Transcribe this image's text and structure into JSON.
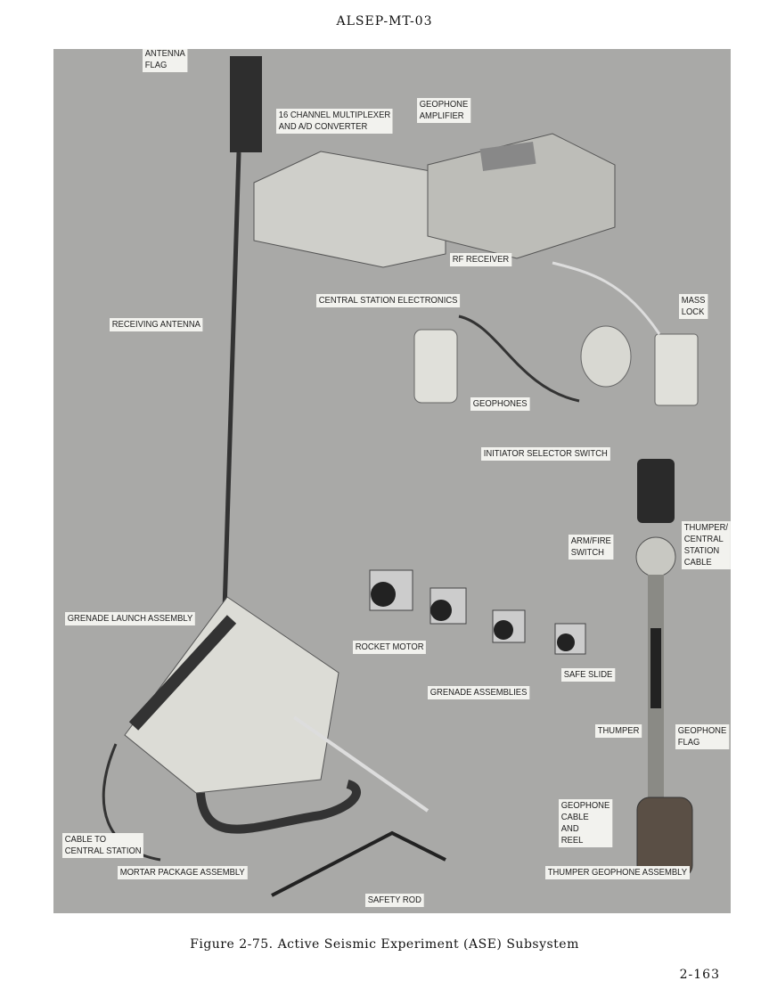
{
  "header": {
    "doc_id": "ALSEP-MT-03"
  },
  "figure": {
    "labels": {
      "antenna_flag": "ANTENNA\nFLAG",
      "multiplexer": "16 CHANNEL MULTIPLEXER\nAND A/D CONVERTER",
      "geophone_amplifier": "GEOPHONE\nAMPLIFIER",
      "rf_receiver": "RF RECEIVER",
      "central_station_electronics": "CENTRAL STATION ELECTRONICS",
      "receiving_antenna": "RECEIVING ANTENNA",
      "mass_lock": "MASS\nLOCK",
      "geophones": "GEOPHONES",
      "initiator_selector_switch": "INITIATOR SELECTOR SWITCH",
      "thumper_cable": "THUMPER/\nCENTRAL\nSTATION\nCABLE",
      "arm_fire_switch": "ARM/FIRE\nSWITCH",
      "grenade_launch_assembly": "GRENADE LAUNCH ASSEMBLY",
      "rocket_motor": "ROCKET MOTOR",
      "safe_slide": "SAFE SLIDE",
      "grenade_assemblies": "GRENADE ASSEMBLIES",
      "thumper": "THUMPER",
      "geophone_flag": "GEOPHONE\nFLAG",
      "geophone_cable_reel": "GEOPHONE\nCABLE\nAND\nREEL",
      "cable_to_central_station": "CABLE TO\nCENTRAL STATION",
      "mortar_package_assembly": "MORTAR PACKAGE ASSEMBLY",
      "thumper_geophone_assembly": "THUMPER GEOPHONE ASSEMBLY",
      "safety_rod": "SAFETY ROD"
    },
    "caption": "Figure 2-75.  Active Seismic Experiment (ASE) Subsystem"
  },
  "footer": {
    "page_number": "2-163"
  }
}
